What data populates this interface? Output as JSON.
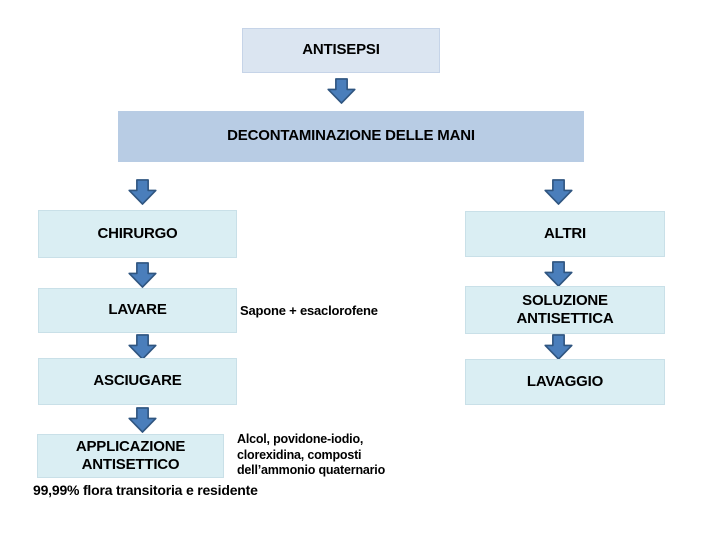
{
  "colors": {
    "box_light": "#daeef3",
    "box_medium": "#b8cce4",
    "box_header": "#dbe5f1",
    "arrow_fill": "#4a7ebb",
    "arrow_border": "#2f5580",
    "text": "#000000"
  },
  "nodes": {
    "antisepsi": {
      "label": "ANTISEPSI"
    },
    "decontaminazione": {
      "label": "DECONTAMINAZIONE DELLE MANI"
    },
    "chirurgo": {
      "label": "CHIRURGO"
    },
    "altri": {
      "label": "ALTRI"
    },
    "lavare": {
      "label": "LAVARE"
    },
    "soluzione_antisettica": {
      "label": "SOLUZIONE ANTISETTICA"
    },
    "asciugare": {
      "label": "ASCIUGARE"
    },
    "lavaggio": {
      "label": "LAVAGGIO"
    },
    "applicazione_antisettico": {
      "label": "APPLICAZIONE ANTISETTICO"
    }
  },
  "annotations": {
    "sapone": "Sapone + esaclorofene",
    "alcol_lines": {
      "0": "Alcol, povidone-iodio,",
      "1": "clorexidina, composti",
      "2": "dell’ammonio quaternario"
    },
    "flora": "99,99% flora transitoria e residente"
  }
}
